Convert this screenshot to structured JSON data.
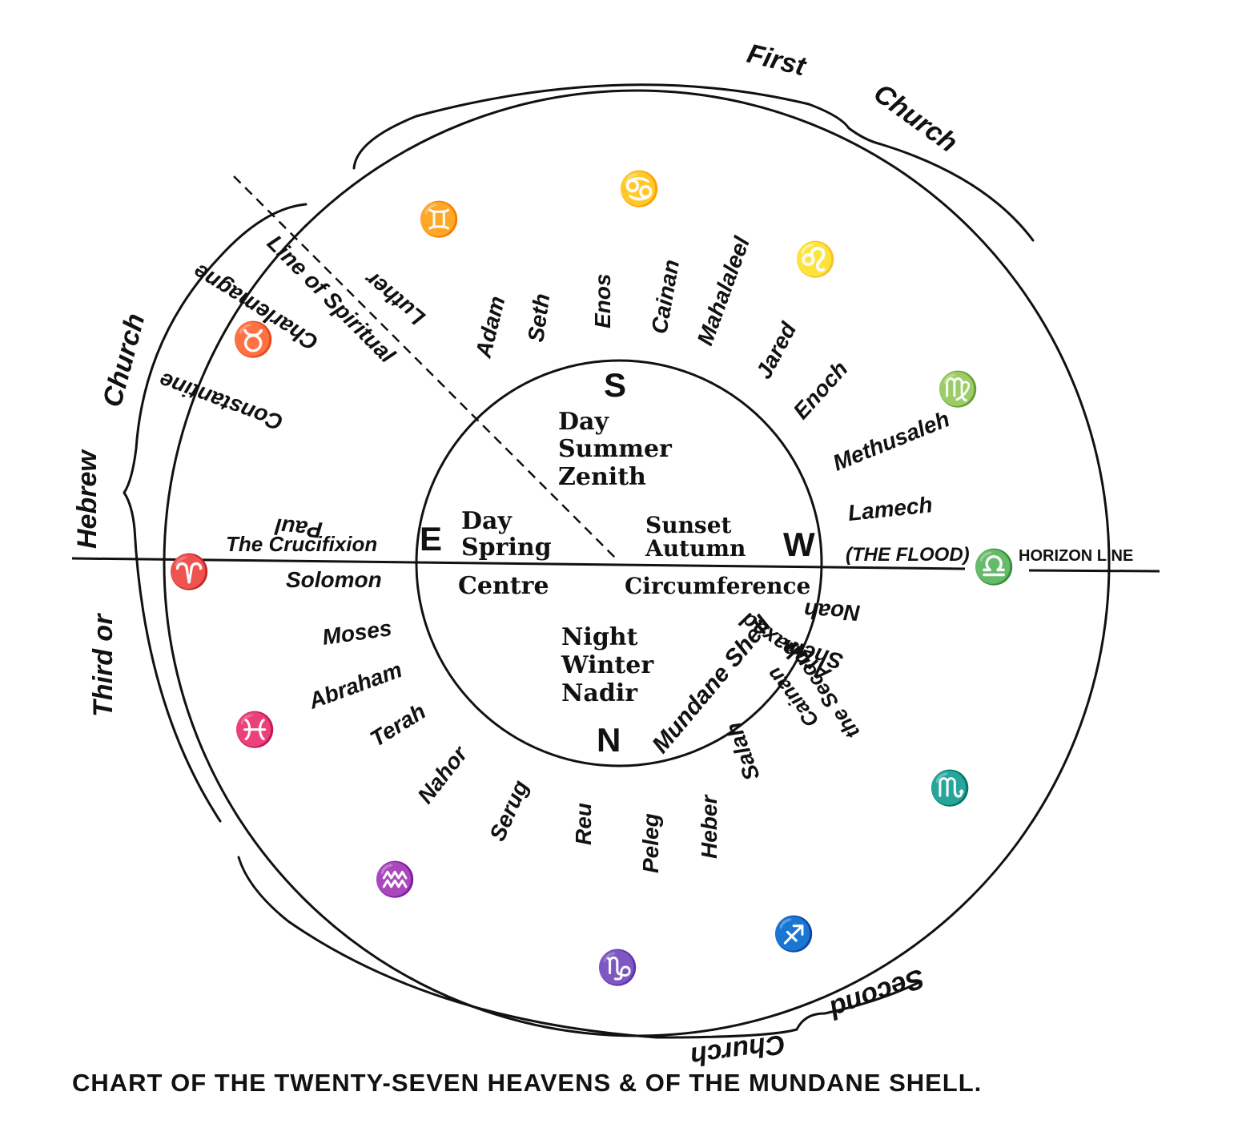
{
  "caption": "CHART OF THE TWENTY-SEVEN HEAVENS & OF THE MUNDANE SHELL.",
  "churches": {
    "first": [
      "First",
      "Church"
    ],
    "second": [
      "Second",
      "Church"
    ],
    "third": [
      "Third or",
      "Hebrew",
      "Church"
    ]
  },
  "horizon_label": "HORIZON LINE",
  "spiritual_line_label": "Line of Spiritual",
  "cardinals": {
    "north": "N",
    "south": "S",
    "east": "E",
    "west": "W"
  },
  "inner": {
    "top": [
      "Day",
      "Summer",
      "Zenith"
    ],
    "left": [
      "Day",
      "Spring"
    ],
    "right": [
      "Sunset",
      "Autumn"
    ],
    "below_left": "Centre",
    "below_right": "Circumference",
    "bottom": [
      "Night",
      "Winter",
      "Nadir"
    ],
    "shell": "Mundane Shell"
  },
  "heavens": {
    "adam": "Adam",
    "seth": "Seth",
    "enos": "Enos",
    "cainan": "Cainan",
    "mahalaleel": "Mahalaleel",
    "jared": "Jared",
    "enoch": "Enoch",
    "methusaleh": "Methusaleh",
    "lamech": "Lamech",
    "flood": "(THE FLOOD)",
    "noah": "Noah",
    "shem": "Shem",
    "arphaxad": "Arphaxad",
    "second_cainan": [
      "Cainan",
      "the Second"
    ],
    "salah": "Salah",
    "heber": "Heber",
    "peleg": "Peleg",
    "reu": "Reu",
    "serug": "Serug",
    "nahor": "Nahor",
    "terah": "Terah",
    "abraham": "Abraham",
    "moses": "Moses",
    "solomon": "Solomon",
    "crucifixion": "The Crucifixion",
    "paul": "Paul",
    "constantine": "Constantine",
    "charlemagne": "Charlemagne",
    "luther": "Luther"
  },
  "zodiac": {
    "gemini": "♊",
    "cancer": "♋",
    "leo": "♌",
    "virgo": "♍",
    "libra": "♎",
    "scorpio": "♏",
    "sagittarius": "♐",
    "capricorn": "♑",
    "aquarius": "♒",
    "pisces": "♓",
    "aries": "♈",
    "taurus": "♉"
  }
}
